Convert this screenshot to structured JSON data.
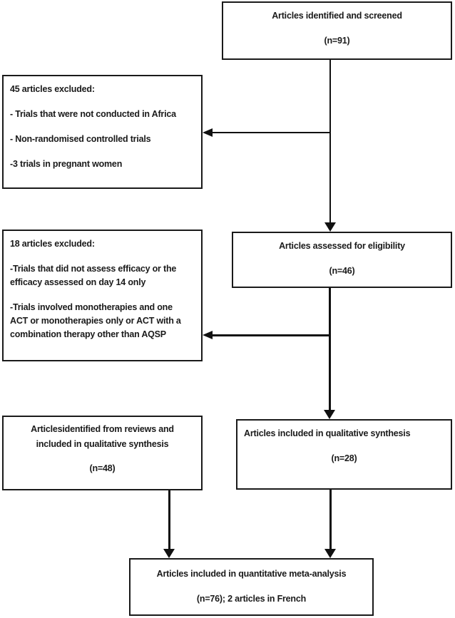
{
  "diagram": {
    "type": "study-selection-flowchart",
    "colors": {
      "border": "#1a1a1a",
      "text": "#1a1a1a",
      "background": "#ffffff"
    },
    "boxes": {
      "screened": {
        "title": "Articles identified and screened",
        "count": "(n=91)"
      },
      "excluded_screening": {
        "title": "45 articles excluded:",
        "items": [
          "- Trials that were not conducted in Africa",
          "- Non-randomised controlled trials",
          "-3 trials in pregnant women"
        ]
      },
      "eligibility": {
        "title": "Articles assessed for eligibility",
        "count": "(n=46)"
      },
      "excluded_eligibility": {
        "title": "18 articles excluded:",
        "items": [
          "-Trials that did not assess efficacy or the\nefficacy assessed on day 14 only",
          "-Trials involved monotherapies and one\nACT or monotherapies only or ACT with a\ncombination therapy other than AQSP"
        ]
      },
      "reviews": {
        "title": "Articlesidentified from reviews and\nincluded in qualitative synthesis",
        "count": "(n=48)"
      },
      "qualitative": {
        "title": "Articles included in qualitative synthesis",
        "count": "(n=28)"
      },
      "quantitative": {
        "title": "Articles included in quantitative meta-analysis",
        "count": "(n=76); 2 articles in French"
      }
    }
  }
}
